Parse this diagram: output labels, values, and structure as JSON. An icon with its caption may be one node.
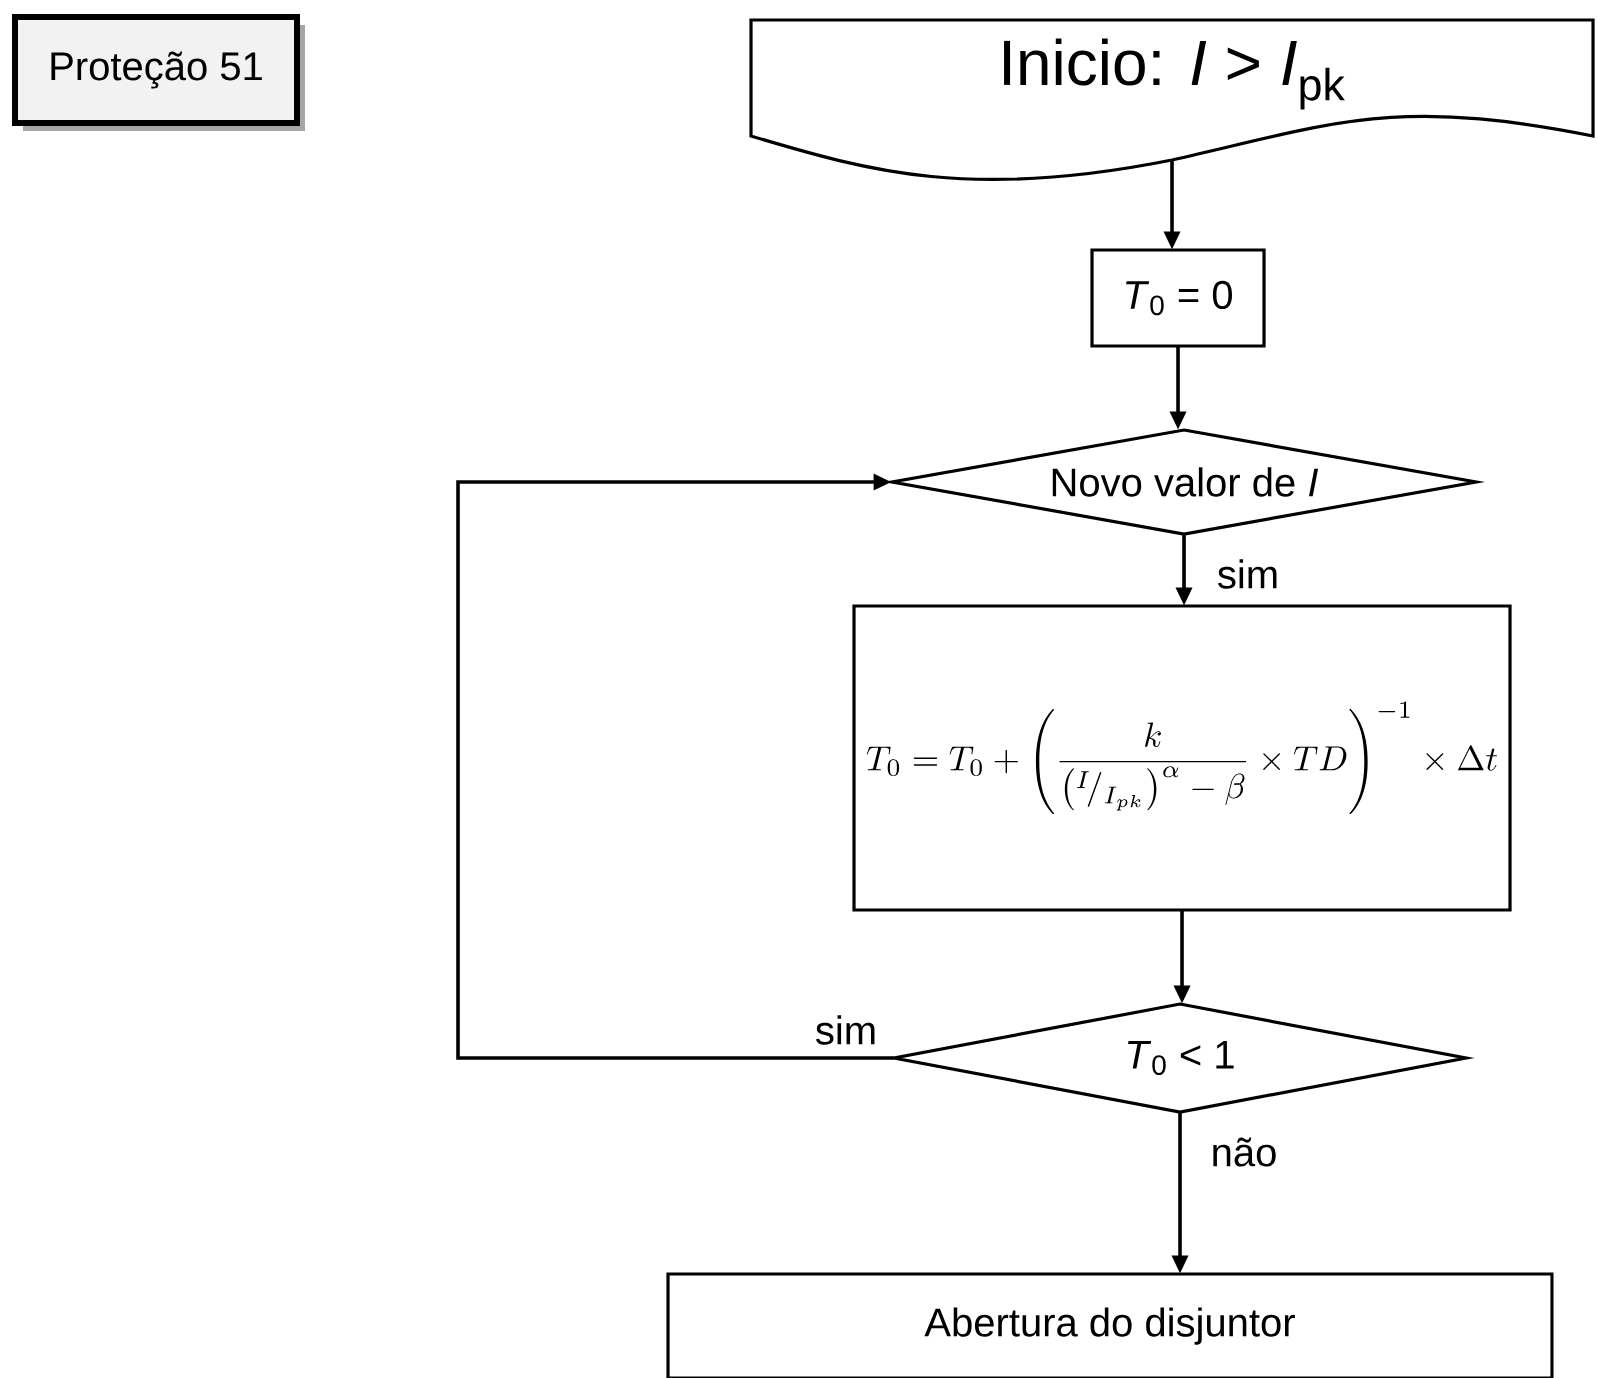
{
  "diagram": {
    "nodes": [
      {
        "text": [
          "Proteção 51"
        ]
      },
      {
        "text": [
          "Inicio:  *I*  >  *I*$_{pk}$"
        ]
      },
      {
        "text": [
          "*T*$_{0}$ = 0"
        ]
      },
      {
        "text": [
          "Novo valor de *I*"
        ]
      },
      {
        "text": [
          "T_0 = T_0 + \\left( \\frac{k}{\\left( {}^{I}\\!/_{I_{pk}} \\right)^{\\alpha} - \\beta} \\times TD \\right)^{-1} \\times \\Delta t"
        ]
      },
      {
        "text": [
          "*T*$_{0}$ < 1"
        ]
      },
      {
        "text": [
          "Abertura do disjuntor"
        ]
      }
    ],
    "edges": [
      {
        "from": 1,
        "to": 2,
        "arrow": "to"
      },
      {
        "from": 2,
        "to": 3,
        "arrow": "to"
      },
      {
        "from": 3,
        "to": 4,
        "arrow": "to",
        "label": "sim"
      },
      {
        "from": 4,
        "to": 5,
        "arrow": "to"
      },
      {
        "from": 5,
        "to": 3,
        "arrow": "to",
        "label": "sim"
      },
      {
        "from": 5,
        "to": 6,
        "arrow": "to",
        "label": "não"
      }
    ]
  }
}
